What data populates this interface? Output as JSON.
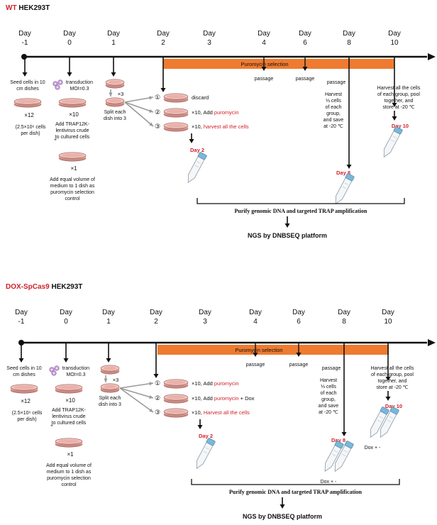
{
  "panels": [
    {
      "title_red": "WT",
      "title_black": "HEK293T",
      "days": [
        {
          "word": "Day",
          "num": "-1"
        },
        {
          "word": "Day",
          "num": "0"
        },
        {
          "word": "Day",
          "num": "1"
        },
        {
          "word": "Day",
          "num": "2"
        },
        {
          "word": "Day",
          "num": "3"
        },
        {
          "word": "Day",
          "num": "4"
        },
        {
          "word": "Day",
          "num": "6"
        },
        {
          "word": "Day",
          "num": "8"
        },
        {
          "word": "Day",
          "num": "10"
        }
      ],
      "puromycin_bar": "Puromycin selection",
      "seed": [
        "Seed cells in 10",
        "cm dishes"
      ],
      "seed_count": "×12",
      "seed_density": [
        "(2.5×10⁶ cells",
        "per dish)"
      ],
      "transduction": [
        "transduction",
        "MOI=0.3"
      ],
      "trans_count": "×10",
      "add_trap": [
        "Add TRAP12K-",
        "lentivirus crude",
        "to cultured cells"
      ],
      "control_count": "×1",
      "control_text": [
        "Add equal volume of",
        "medium to 1 dish as",
        "puromycin selection",
        "control"
      ],
      "split_count": "×3",
      "split_text": [
        "Split each",
        "dish into 3"
      ],
      "groups": [
        {
          "num": "①",
          "black": "discard",
          "red": ""
        },
        {
          "num": "②",
          "black": "×10, Add ",
          "red": "puromycin",
          "tail": ""
        },
        {
          "num": "③",
          "black": "×10, ",
          "red": "harvest all the cells",
          "tail": ""
        }
      ],
      "day2": "Day 2",
      "passages": [
        "passage",
        "passage",
        "passage"
      ],
      "harvest8": [
        "Harvest",
        "⅓ cells",
        "of each",
        "group,",
        "and save",
        "at -20 ℃"
      ],
      "day8": "Day 8",
      "harvest10": [
        "Harvest all the cells",
        "of each group, pool",
        "together, and",
        "store at -20 ℃"
      ],
      "day10": "Day 10",
      "purify": "Purify genomic DNA and targeted TRAP amplification",
      "ngs": "NGS by DNBSEQ platform"
    },
    {
      "title_red": "DOX-SpCas9",
      "title_black": "HEK293T",
      "days": [
        {
          "word": "Day",
          "num": "-1"
        },
        {
          "word": "Day",
          "num": "0"
        },
        {
          "word": "Day",
          "num": "1"
        },
        {
          "word": "Day",
          "num": "2"
        },
        {
          "word": "Day",
          "num": "3"
        },
        {
          "word": "Day",
          "num": "4"
        },
        {
          "word": "Day",
          "num": "6"
        },
        {
          "word": "Day",
          "num": "8"
        },
        {
          "word": "Day",
          "num": "10"
        }
      ],
      "puromycin_bar": "Puromycin selection",
      "seed": [
        "Seed cells in 10",
        "cm dishes"
      ],
      "seed_count": "×12",
      "seed_density": [
        "(2.5×10⁶ cells",
        "per dish)"
      ],
      "transduction": [
        "transduction",
        "MOI=0.3"
      ],
      "trans_count": "×10",
      "add_trap": [
        "Add TRAP12K-",
        "lentivirus crude",
        "to cultured cells"
      ],
      "control_count": "×1",
      "control_text": [
        "Add equal volume of",
        "medium to 1 dish as",
        "puromycin selection",
        "control"
      ],
      "split_count": "×3",
      "split_text": [
        "Split each",
        "dish into 3"
      ],
      "groups": [
        {
          "num": "①",
          "black": "×10, Add ",
          "red": "puromycin",
          "tail": ""
        },
        {
          "num": "②",
          "black": "×10, Add ",
          "red": "puromycin",
          "tail": " + Dox"
        },
        {
          "num": "③",
          "black": "×10, ",
          "red": "Harvest all the cells",
          "tail": ""
        }
      ],
      "day2": "Day 2",
      "passages": [
        "passage",
        "passage",
        "passage"
      ],
      "harvest8": [
        "Harvest",
        "⅓ cells",
        "of each",
        "group,",
        "and save",
        "at -20 ℃"
      ],
      "day8": "Day 8",
      "dox8": "Dox +   -",
      "harvest10": [
        "Harvest all the cells",
        "of each group, pool",
        "together, and",
        "store at -20 ℃"
      ],
      "day10": "Day 10",
      "dox10": "Dox +   -",
      "purify": "Purify genomic DNA and targeted TRAP amplification",
      "ngs": "NGS by DNBSEQ platform"
    }
  ],
  "colors": {
    "accent_red": "#d0212a",
    "puromycin_orange": "#ee7b30",
    "dish_pink": "#e5a39c",
    "tube_blue": "#7cb7d8"
  }
}
